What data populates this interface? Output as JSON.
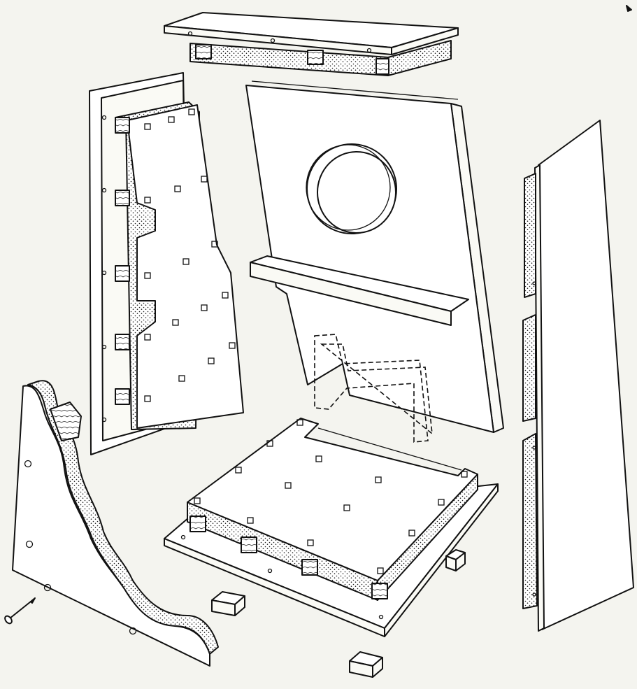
{
  "colors": {
    "paper": "#f4f4ef",
    "ink": "#111111",
    "panel": "#ffffff",
    "foam_dot": "#222222"
  },
  "parts": [
    {
      "id": "top-panel",
      "icon": "rectangular-board-icon"
    },
    {
      "id": "side-panel-left",
      "icon": "tapered-board-icon"
    },
    {
      "id": "front-baffle",
      "icon": "baffle-with-driver-hole-icon"
    },
    {
      "id": "side-panel-right",
      "icon": "tall-board-icon"
    },
    {
      "id": "base-panel",
      "icon": "base-board-icon"
    },
    {
      "id": "bracket-panel",
      "icon": "wavy-bracket-icon"
    },
    {
      "id": "nail",
      "icon": "nail-icon"
    }
  ]
}
